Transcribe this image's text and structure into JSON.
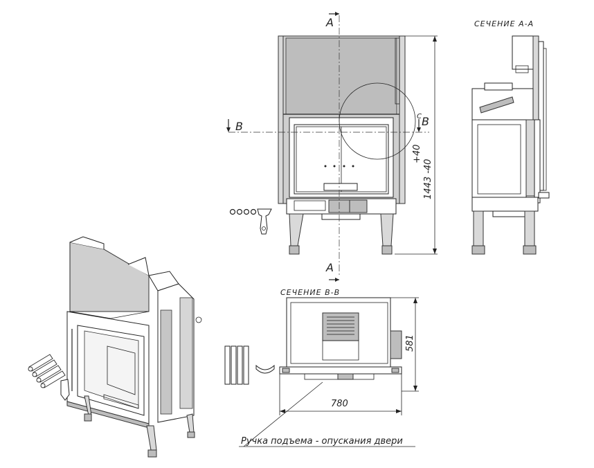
{
  "labels": {
    "section_aa_title": "СЕЧЕНИЕ А-А",
    "section_bb_title": "СЕЧЕНИЕ В-В",
    "cut_a_top": "A",
    "cut_a_bottom": "A",
    "cut_b_left": "B",
    "cut_b_right": "B",
    "detail_c": "C",
    "dim_height_tol_plus": "+40",
    "dim_height": "1443 -40",
    "dim_depth": "581",
    "dim_width": "780",
    "handle_caption": "Ручка подъема - опускания двери"
  }
}
